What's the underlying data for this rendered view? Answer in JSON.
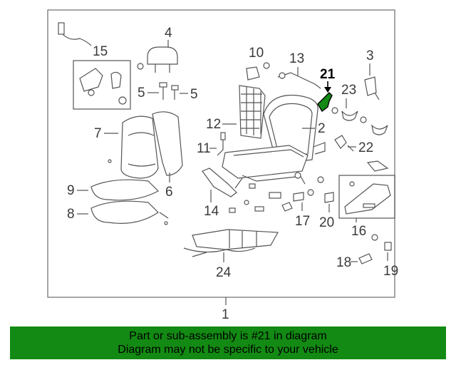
{
  "callouts": {
    "c1": "1",
    "c4": "4",
    "c5a": "5",
    "c5b": "5",
    "c15": "15",
    "c10": "10",
    "c13": "13",
    "c3": "3",
    "c21": "21",
    "c23": "23",
    "c7": "7",
    "c12": "12",
    "c2": "2",
    "c11": "11",
    "c22": "22",
    "c6": "6",
    "c9": "9",
    "c8": "8",
    "c14": "14",
    "c17": "17",
    "c20": "20",
    "c16": "16",
    "c18": "18",
    "c19": "19",
    "c24": "24"
  },
  "highlight_color": "#138a13",
  "banner": {
    "line1": "Part or sub-assembly is #21 in diagram",
    "line2": "Diagram may not be specific to your vehicle"
  }
}
